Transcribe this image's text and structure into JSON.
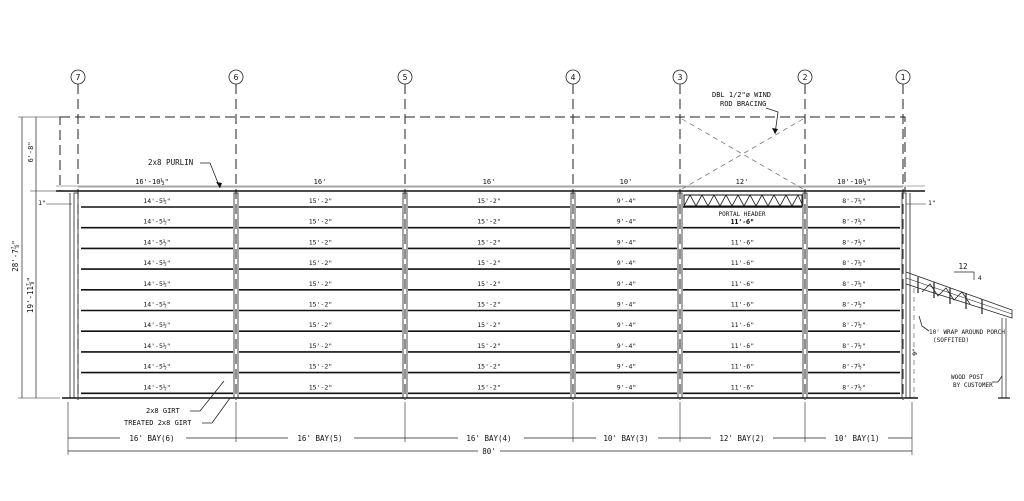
{
  "gridlines": [
    "7",
    "6",
    "5",
    "4",
    "3",
    "2",
    "1"
  ],
  "bays": [
    {
      "top": "16'-10½\"",
      "girt": "14'-5½\"",
      "bottom": "16' BAY(6)"
    },
    {
      "top": "16'",
      "girt": "15'-2\"",
      "bottom": "16' BAY(5)"
    },
    {
      "top": "16'",
      "girt": "15'-2\"",
      "bottom": "16' BAY(4)"
    },
    {
      "top": "10'",
      "girt": "9'-4\"",
      "bottom": "10' BAY(3)"
    },
    {
      "top": "12'",
      "girt": "11'-6\"",
      "bottom": "12' BAY(2)"
    },
    {
      "top": "10'-10½\"",
      "girt": "8'-7½\"",
      "bottom": "10' BAY(1)"
    }
  ],
  "girt_rows": 10,
  "annotations": {
    "purlin": "2x8 PURLIN",
    "rod_bracing_1": "DBL 1/2\"ø WIND",
    "rod_bracing_2": "ROD BRACING",
    "portal_header": "PORTAL HEADER",
    "girt": "2x8 GIRT",
    "treated_girt": "TREATED 2x8 GIRT",
    "porch_1": "10' WRAP AROUND PORCH",
    "porch_2": "(SOFFITED)",
    "post_1": "WOOD POST",
    "post_2": "BY CUSTOMER",
    "pitch_rise": "4",
    "pitch_run": "12"
  },
  "dimensions": {
    "total_height": "28'-7⅞\"",
    "wall_height": "19'-11⅞\"",
    "truss_height": "6'-8\"",
    "girt_offset": "1\"",
    "porch_offset": "9\"",
    "overall_length": "80'"
  }
}
